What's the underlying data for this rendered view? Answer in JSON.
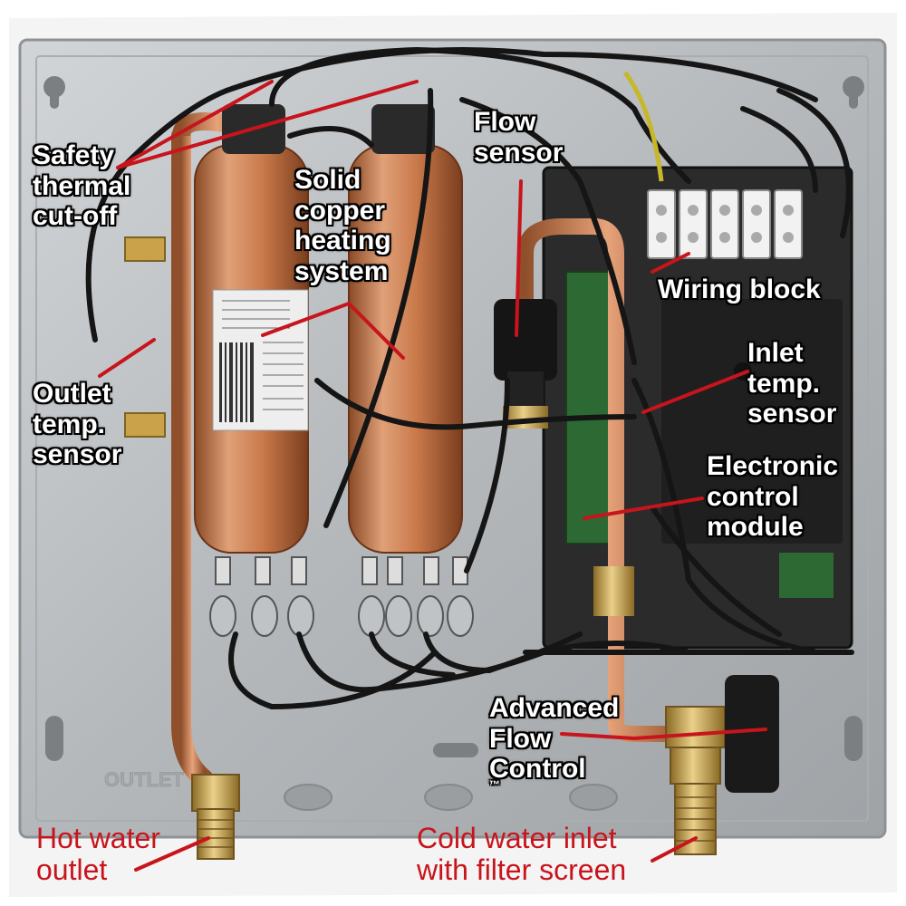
{
  "labels": {
    "safety_thermal_cutoff": [
      "Safety",
      "thermal",
      "cut-off"
    ],
    "outlet_temp_sensor": [
      "Outlet",
      "temp.",
      "sensor"
    ],
    "solid_copper_heating": [
      "Solid",
      "copper",
      "heating",
      "system"
    ],
    "flow_sensor": [
      "Flow",
      "sensor"
    ],
    "wiring_block": "Wiring block",
    "inlet_temp_sensor": [
      "Inlet",
      "temp.",
      "sensor"
    ],
    "electronic_control_module": [
      "Electronic",
      "control",
      "module"
    ],
    "advanced_flow_control": [
      "Advanced",
      "Flow",
      "Control"
    ],
    "trademark": "™",
    "hot_water_outlet": [
      "Hot water",
      "outlet"
    ],
    "cold_water_inlet": [
      "Cold water inlet",
      "with filter screen"
    ]
  },
  "embossed_text": "OUTLET",
  "colors": {
    "callout_red": "#c8141c",
    "steel": "#b9bcbf",
    "copper": "#c9794a",
    "brass": "#c9a24a",
    "cable": "#151515",
    "module": "#2b2b2b"
  }
}
